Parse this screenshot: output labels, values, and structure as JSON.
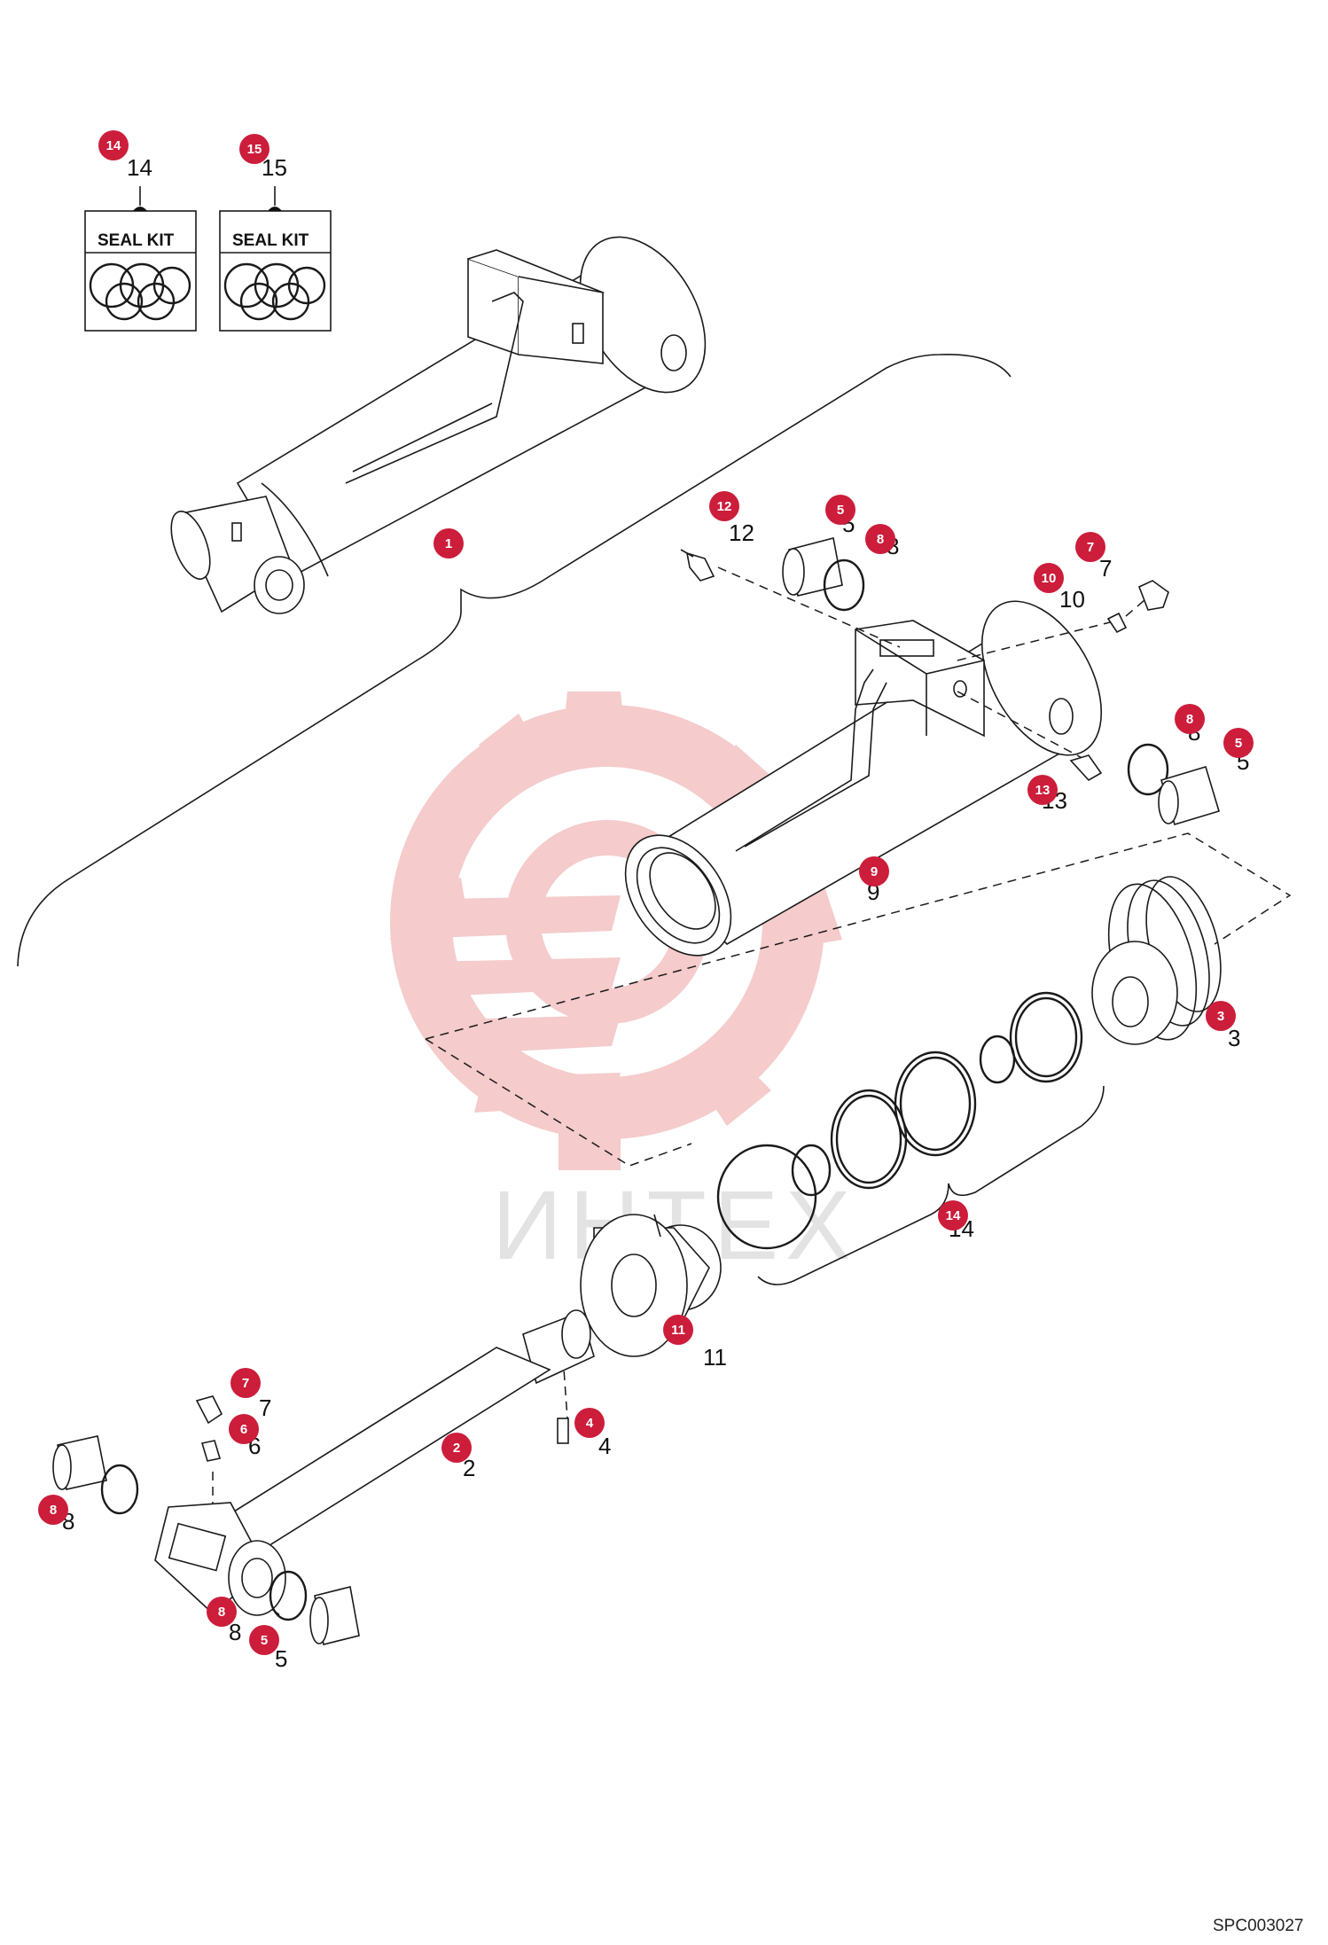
{
  "seal_kits": [
    {
      "number": "14",
      "badge": "14",
      "label": "SEAL KIT"
    },
    {
      "number": "15",
      "badge": "15",
      "label": "SEAL KIT"
    }
  ],
  "watermark": "ИНТЕХ",
  "drawing_code": "SPC003027",
  "callouts": [
    {
      "badge": "1",
      "label": ""
    },
    {
      "badge": "12",
      "label": "12"
    },
    {
      "badge": "5",
      "label": "5"
    },
    {
      "badge": "8",
      "label": "8"
    },
    {
      "badge": "7",
      "label": "7"
    },
    {
      "badge": "10",
      "label": "10"
    },
    {
      "badge": "8",
      "label": "8"
    },
    {
      "badge": "5",
      "label": "5"
    },
    {
      "badge": "13",
      "label": "13"
    },
    {
      "badge": "9",
      "label": "9"
    },
    {
      "badge": "3",
      "label": "3"
    },
    {
      "badge": "14",
      "label": "14"
    },
    {
      "badge": "11",
      "label": "11"
    },
    {
      "badge": "4",
      "label": "4"
    },
    {
      "badge": "2",
      "label": "2"
    },
    {
      "badge": "7",
      "label": "7"
    },
    {
      "badge": "6",
      "label": "6"
    },
    {
      "badge": "8",
      "label": "8"
    },
    {
      "badge": "8",
      "label": "8"
    },
    {
      "badge": "5",
      "label": "5"
    }
  ],
  "colors": {
    "badge": "#cc1d3a",
    "watermark_gear": "#f5c9c9",
    "line": "#1a1a1a"
  }
}
